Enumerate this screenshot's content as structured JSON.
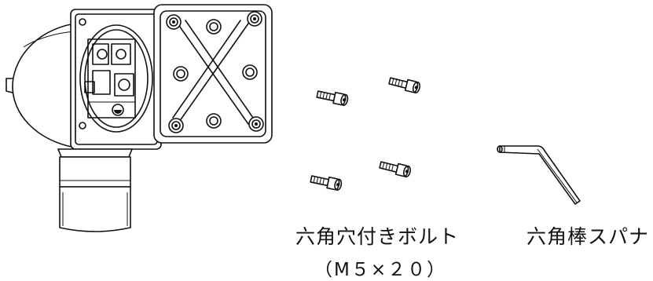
{
  "labels": {
    "bolt_name": "六角穴付きボルト",
    "bolt_size": "（M５×２０）",
    "wrench_name": "六角棒スパナ"
  },
  "parts": {
    "housing": "detector-housing",
    "bolts": 4,
    "wrench": "hex-key"
  },
  "colors": {
    "line": "#111111",
    "background": "#ffffff"
  }
}
